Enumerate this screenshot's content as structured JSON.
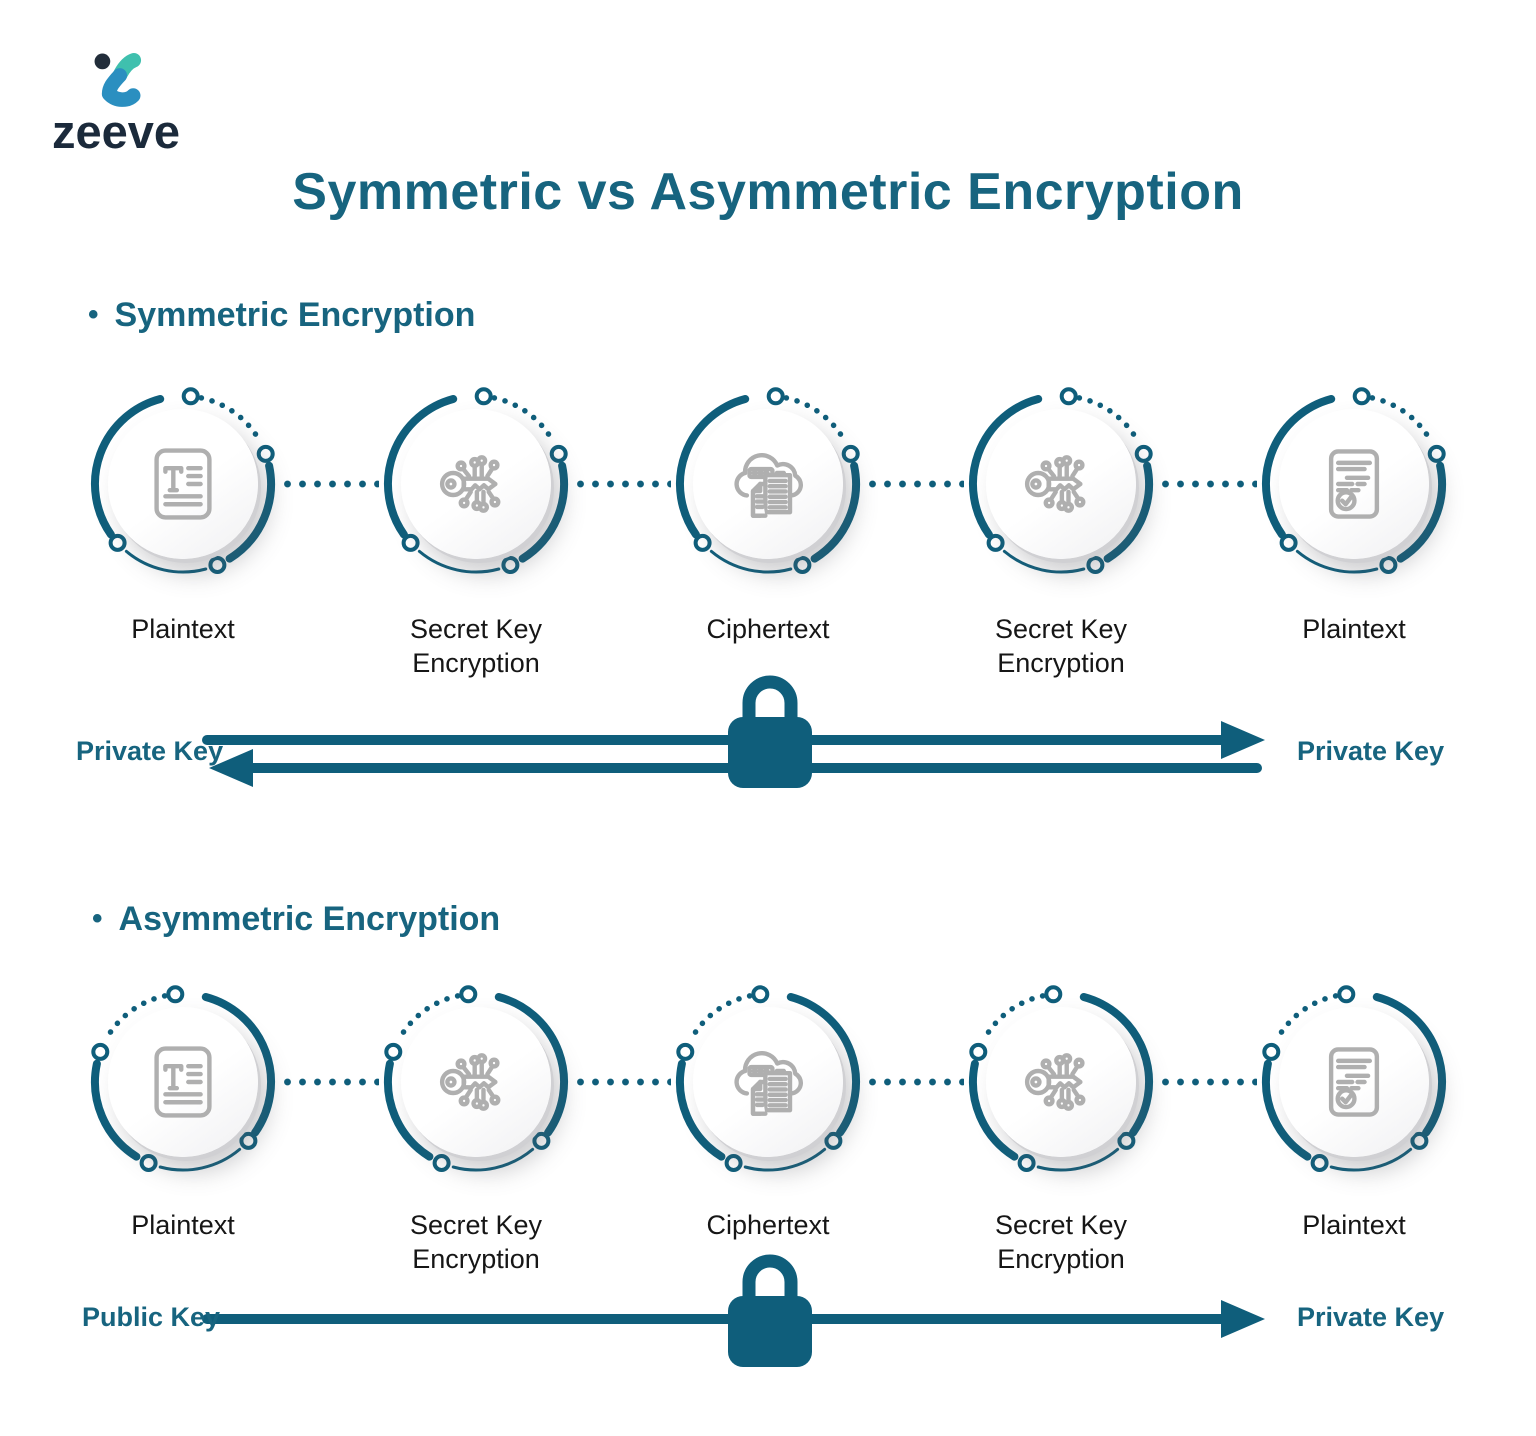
{
  "brand": {
    "name": "zeeve",
    "logo_icon": "zeeve-logo-icon"
  },
  "title": "Symmetric vs Asymmetric Encryption",
  "colors": {
    "accent_teal": "#0F5E7B",
    "heading_teal": "#17647F",
    "label_dark": "#161616",
    "icon_gray": "#AFAFAF",
    "brand_navy": "#1B2A3B",
    "logo_teal": "#3FC0AE",
    "logo_blue": "#2B8FC0"
  },
  "sections": [
    {
      "id": "symmetric",
      "bullet": "•",
      "heading": "Symmetric Encryption",
      "steps": [
        {
          "label": "Plaintext",
          "icon": "text-document-icon"
        },
        {
          "label": "Secret Key Encryption",
          "icon": "digital-key-icon"
        },
        {
          "label": "Ciphertext",
          "icon": "cloud-ciphertext-icon"
        },
        {
          "label": "Secret Key Encryption",
          "icon": "digital-key-icon"
        },
        {
          "label": "Plaintext",
          "icon": "approved-document-icon"
        }
      ],
      "key_exchange": {
        "left_label": "Private Key",
        "right_label": "Private Key",
        "lock_icon": "padlock-icon",
        "direction": "bidirectional"
      }
    },
    {
      "id": "asymmetric",
      "bullet": "•",
      "heading": "Asymmetric Encryption",
      "steps": [
        {
          "label": "Plaintext",
          "icon": "text-document-icon"
        },
        {
          "label": "Secret Key Encryption",
          "icon": "digital-key-icon"
        },
        {
          "label": "Ciphertext",
          "icon": "cloud-ciphertext-icon"
        },
        {
          "label": "Secret Key Encryption",
          "icon": "digital-key-icon"
        },
        {
          "label": "Plaintext",
          "icon": "approved-document-icon"
        }
      ],
      "key_exchange": {
        "left_label": "Public Key",
        "right_label": "Private Key",
        "lock_icon": "padlock-icon",
        "direction": "left-to-right"
      }
    }
  ]
}
